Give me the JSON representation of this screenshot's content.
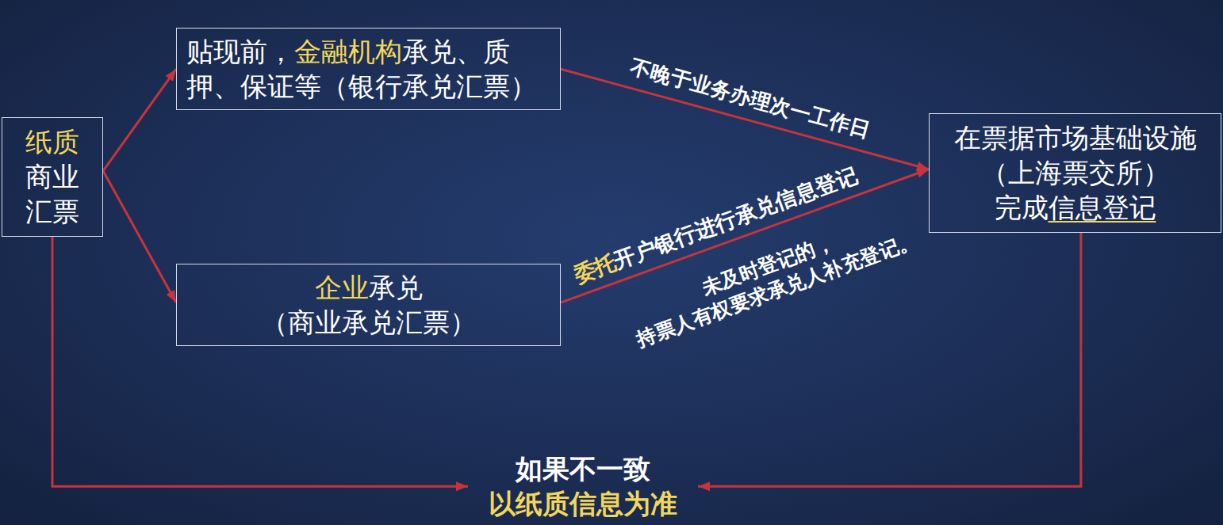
{
  "diagram": {
    "nodes": [
      {
        "text": [
          "纸质 商业 汇票"
        ]
      },
      {
        "text": [
          "贴现前，金融机构承兑、质押、保证等（银行承兑汇票）"
        ]
      },
      {
        "text": [
          "企业承兑 （商业承兑汇票）"
        ]
      },
      {
        "text": [
          "在票据市场基础设施 （上海票交所） 完成信息登记"
        ]
      },
      {
        "text": [
          "如果不一致 以纸质信息为准"
        ]
      }
    ],
    "edges": [
      {
        "from": 0,
        "to": 1,
        "arrow": "to"
      },
      {
        "from": 0,
        "to": 2,
        "arrow": "to"
      },
      {
        "from": 1,
        "to": 3,
        "label": "不晚于业务办理次一工作日",
        "arrow": "to"
      },
      {
        "from": 2,
        "to": 3,
        "label": "委托开户银行进行承兑信息登记",
        "arrow": "to"
      },
      {
        "from": 0,
        "to": 4,
        "arrow": "to"
      },
      {
        "from": 3,
        "to": 4,
        "arrow": "to"
      }
    ],
    "labels": [
      "未及时登记的， 持票人有权要求承兑人补充登记。"
    ]
  }
}
